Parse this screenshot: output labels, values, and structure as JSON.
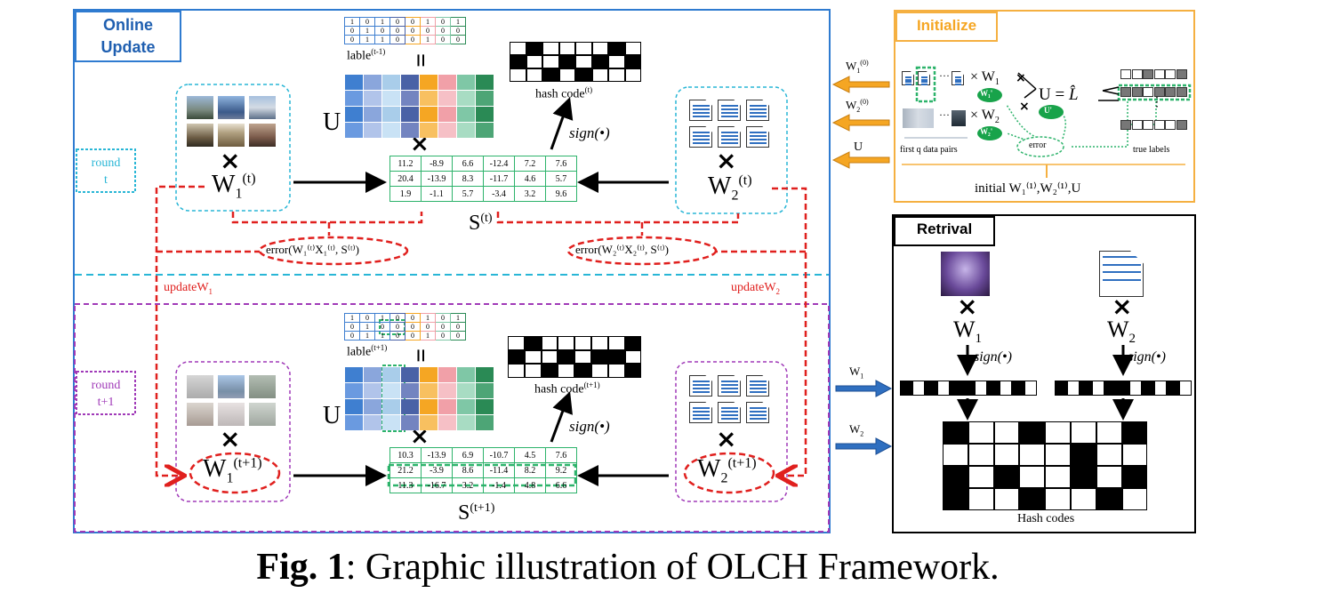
{
  "online": {
    "title_line1": "Online",
    "title_line2": "Update",
    "round_t_line1": "round",
    "round_t_line2": "t",
    "round_t1_line1": "round",
    "round_t1_line2": "t+1",
    "update_w1": "updateW",
    "update_w1_sub": "1",
    "update_w2": "updateW",
    "update_w2_sub": "2",
    "U": "U",
    "times": "×",
    "eq": "=",
    "sign": "sign(•)",
    "label_t": "lable",
    "label_t_sup": "(t-1)",
    "label_t1": "lable",
    "label_t1_sup": "(t+1)",
    "hash_t": "hash code",
    "hash_t_sup": "(t)",
    "hash_t1": "hash code",
    "hash_t1_sup": "(t+1)",
    "W1_t": "W",
    "W1_t_sub": "1",
    "W1_t_sup": "(t)",
    "W2_t": "W",
    "W2_t_sub": "2",
    "W2_t_sup": "(t)",
    "W1_t1": "W",
    "W1_t1_sub": "1",
    "W1_t1_sup": "(t+1)",
    "W2_t1": "W",
    "W2_t1_sub": "2",
    "W2_t1_sup": "(t+1)",
    "S_t": "S",
    "S_t_sup": "(t)",
    "S_t1": "S",
    "S_t1_sup": "(t+1)",
    "error1": "error(W₁⁽ᵗ⁾X₁⁽ᵗ⁾, S⁽ᵗ⁾)",
    "error2": "error(W₂⁽ᵗ⁾X₂⁽ᵗ⁾, S⁽ᵗ⁾)",
    "label_matrix_t": [
      [
        "1",
        "0",
        "1",
        "0",
        "0",
        "1",
        "0",
        "1"
      ],
      [
        "0",
        "1",
        "0",
        "0",
        "0",
        "0",
        "0",
        "0"
      ],
      [
        "0",
        "1",
        "1",
        "0",
        "0",
        "1",
        "0",
        "0"
      ]
    ],
    "label_matrix_t1": [
      [
        "1",
        "0",
        "1",
        "0",
        "0",
        "1",
        "0",
        "1"
      ],
      [
        "0",
        "1",
        "0",
        "0",
        "0",
        "0",
        "0",
        "0"
      ],
      [
        "0",
        "1",
        "1",
        "0",
        "0",
        "1",
        "0",
        "0"
      ]
    ],
    "S_matrix_t": [
      [
        "11.2",
        "-8.9",
        "6.6",
        "-12.4",
        "7.2",
        "7.6"
      ],
      [
        "20.4",
        "-13.9",
        "8.3",
        "-11.7",
        "4.6",
        "5.7"
      ],
      [
        "1.9",
        "-1.1",
        "5.7",
        "-3.4",
        "3.2",
        "9.6"
      ]
    ],
    "S_matrix_t1": [
      [
        "10.3",
        "-13.9",
        "6.9",
        "-10.7",
        "4.5",
        "7.6"
      ],
      [
        "21.2",
        "-3.9",
        "8.6",
        "-11.4",
        "8.2",
        "9.2"
      ],
      [
        "11.3",
        "-16.7",
        "3.2",
        "-1.4",
        "4.8",
        "6.6"
      ]
    ],
    "hash_pattern_t": [
      [
        0,
        1,
        0,
        0,
        0,
        0,
        1,
        0
      ],
      [
        1,
        0,
        0,
        1,
        0,
        1,
        0,
        1
      ],
      [
        0,
        0,
        1,
        0,
        1,
        0,
        0,
        0
      ]
    ],
    "hash_pattern_t1": [
      [
        0,
        1,
        0,
        0,
        0,
        0,
        0,
        1
      ],
      [
        1,
        0,
        0,
        1,
        0,
        1,
        1,
        0
      ],
      [
        0,
        0,
        1,
        0,
        1,
        0,
        0,
        1
      ]
    ],
    "U_colors": [
      "#3f7fd0",
      "#8aa6dc",
      "#a9cdea",
      "#4a62a6",
      "#f5a623",
      "#f1a0a8",
      "#7fc7a6",
      "#2a8a55"
    ],
    "U_colors_light": [
      "#6a9ae0",
      "#b1c4ea",
      "#c9e2f5",
      "#7384c0",
      "#f8c060",
      "#f6c0c6",
      "#a8dcc3",
      "#4da576"
    ]
  },
  "initialize": {
    "title": "Initialize",
    "W1_0": "W",
    "W1_0_sub": "1",
    "W1_0_sup": "(0)",
    "W2_0": "W",
    "W2_0_sub": "2",
    "W2_0_sup": "(0)",
    "U": "U",
    "x_W1": "× W",
    "x_W1_sub": "1",
    "x_W2": "× W",
    "x_W2_sub": "2",
    "U_eq_L": "U =",
    "L_hat": "L̂",
    "W1_prime": "W₁'",
    "W2_prime": "W₂'",
    "U_prime": "U'",
    "error": "error",
    "first_q": "first q data pairs",
    "true_labels": "true labels",
    "initial": "initial W₁⁽¹⁾,W₂⁽¹⁾,U",
    "dots": "···"
  },
  "retrieval": {
    "title": "Retrival",
    "W1": "W",
    "W1_sub": "1",
    "W2": "W",
    "W2_sub": "2",
    "times": "×",
    "sign": "sign(•)",
    "hash_codes": "Hash codes",
    "code1": [
      1,
      0,
      1,
      0,
      1,
      1,
      0,
      1,
      0,
      1,
      0
    ],
    "code2": [
      1,
      0,
      1,
      0,
      1,
      1,
      0,
      1,
      0,
      1,
      0
    ],
    "hash_grid": [
      [
        1,
        0,
        0,
        1,
        0,
        0,
        0,
        1
      ],
      [
        0,
        0,
        0,
        0,
        0,
        1,
        0,
        0
      ],
      [
        1,
        0,
        1,
        0,
        0,
        1,
        0,
        1
      ],
      [
        1,
        0,
        0,
        1,
        0,
        0,
        1,
        0
      ]
    ]
  },
  "arrows": {
    "W1": "W",
    "W1_sub": "1",
    "W2": "W",
    "W2_sub": "2"
  },
  "caption": {
    "bold": "Fig. 1",
    "rest": ": Graphic illustration of OLCH Framework."
  },
  "colors": {
    "blue_frame": "#2f7bd0",
    "cyan_dash": "#29b6d6",
    "purple_dash": "#a03ab8",
    "red_dash": "#e0201e",
    "orange_frame": "#f5b041",
    "green": "#2db36b",
    "dark_blue_title": "#1f5fb0"
  }
}
